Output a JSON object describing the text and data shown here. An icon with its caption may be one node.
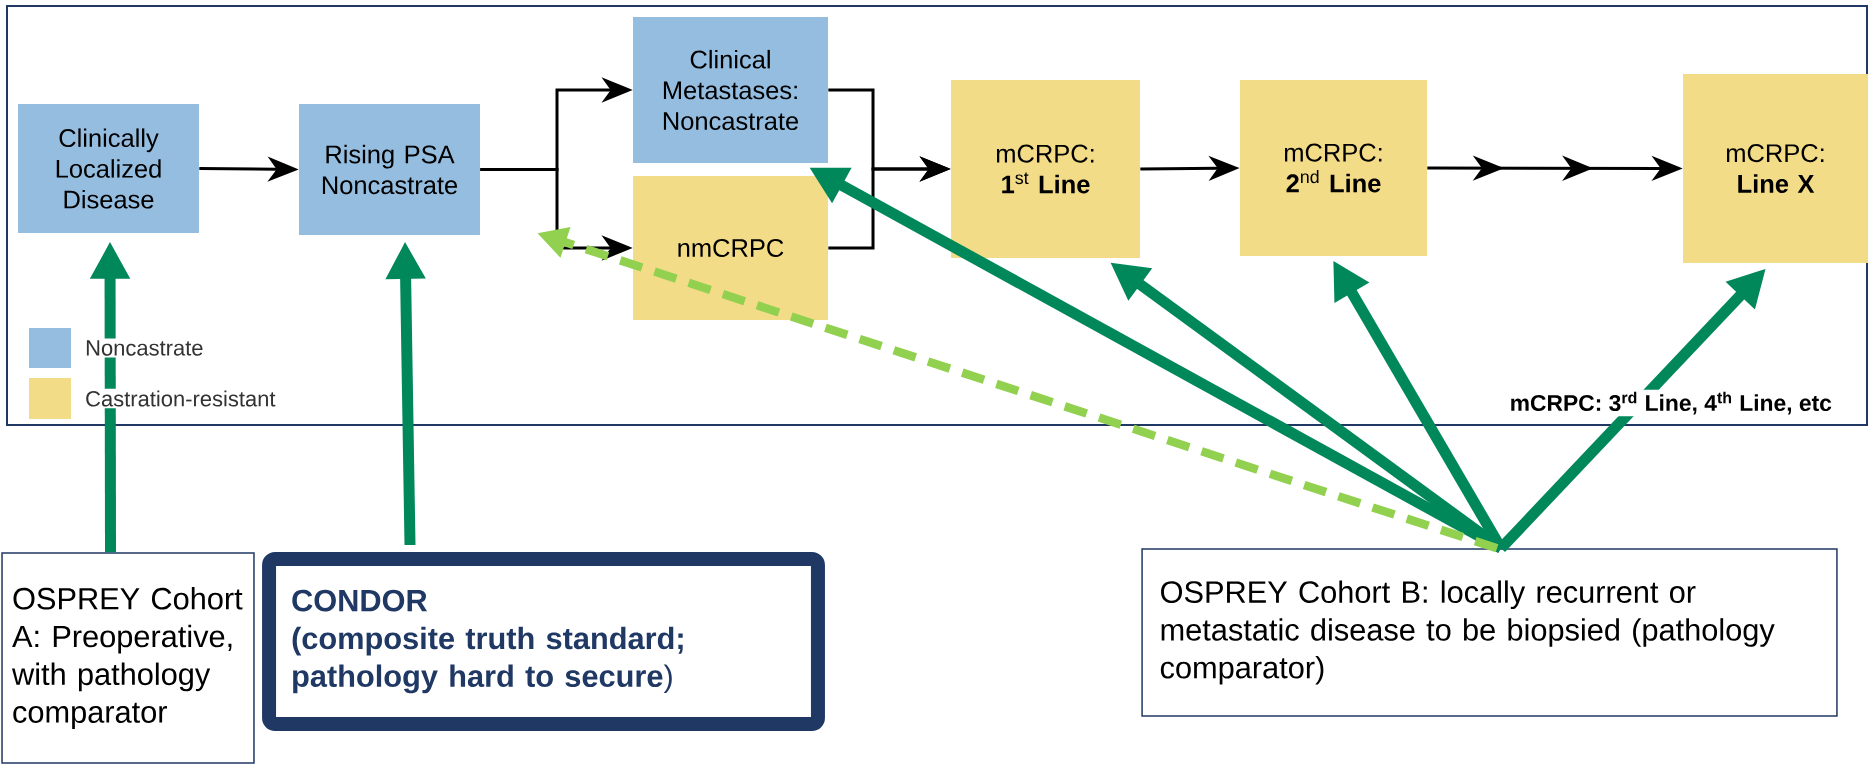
{
  "diagram": {
    "nodes": [
      {
        "text": [
          "Clinically Localized Disease"
        ]
      },
      {
        "text": [
          "Rising PSA Noncastrate"
        ]
      },
      {
        "text": [
          "Clinical Metastases: Noncastrate"
        ]
      },
      {
        "text": [
          "nmCRPC"
        ]
      },
      {
        "text": [
          "mCRPC: **1**$^{st}$ **Line**"
        ]
      },
      {
        "text": [
          "mCRPC: **2**$^{nd}$ **Line**"
        ]
      },
      {
        "text": [
          "mCRPC: **Line X**"
        ]
      },
      {
        "text": [
          "OSPREY Cohort A: Preoperative, with pathology comparator"
        ]
      },
      {
        "text": [
          "CONDOR",
          "**(composite truth standard; pathology hard to secure**)"
        ]
      },
      {
        "text": [
          "OSPREY Cohort B: locally recurrent or metastatic disease to be biopsied (pathology comparator)"
        ]
      }
    ],
    "edges": [
      {
        "from": 0,
        "to": 1,
        "arrow": "to"
      },
      {
        "from": 1,
        "to": 2,
        "arrow": "to"
      },
      {
        "from": 1,
        "to": 3,
        "arrow": "to"
      },
      {
        "from": 2,
        "to": 4,
        "arrow": "to"
      },
      {
        "from": 3,
        "to": 4,
        "arrow": "to"
      },
      {
        "from": 4,
        "to": 5,
        "arrow": "to"
      },
      {
        "from": 5,
        "to": 6,
        "arrow": "to"
      },
      {
        "from": 7,
        "to": 0,
        "arrow": "to",
        "style": "thick",
        "color": "#00875a"
      },
      {
        "from": 8,
        "to": 1,
        "arrow": "to",
        "style": "thick",
        "color": "#00875a"
      },
      {
        "from": 9,
        "to": 2,
        "arrow": "to",
        "style": "thick",
        "color": "#00875a"
      },
      {
        "from": 9,
        "to": 4,
        "arrow": "to",
        "style": "thick",
        "color": "#00875a"
      },
      {
        "from": 9,
        "to": 5,
        "arrow": "to",
        "style": "thick",
        "color": "#00875a"
      },
      {
        "from": 9,
        "to": 6,
        "arrow": "to",
        "style": "thick",
        "color": "#00875a"
      },
      {
        "from": 9,
        "to": null,
        "arrow": "to",
        "style": "dashed",
        "color": "#92d050"
      }
    ],
    "labels": [
      "mCRPC: 3$^{rd}$ Line, 4$^{th}$ Line, etc"
    ],
    "legend": [
      {
        "text": "Noncastrate",
        "color": "#94bde0"
      },
      {
        "text": "Castration-resistant",
        "color": "#f3dc88"
      }
    ]
  }
}
